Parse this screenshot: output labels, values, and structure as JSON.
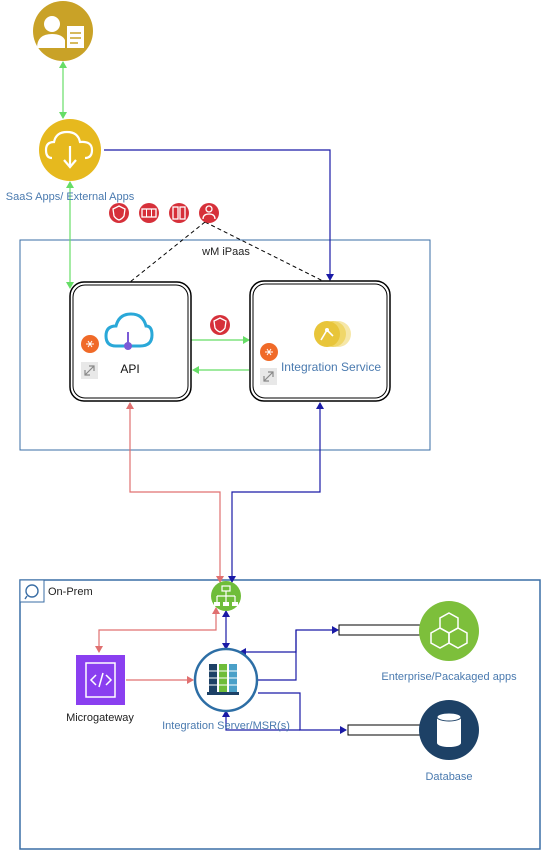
{
  "labels": {
    "saas": "SaaS Apps/ External Apps",
    "ipaas": "wM iPaas",
    "api": "API",
    "integration_service": "Integration Service",
    "onprem": "On-Prem",
    "microgateway": "Microgateway",
    "integration_server": "Integration Server/MSR(s)",
    "enterprise": "Enterprise/Pacakaged apps",
    "database": "Database"
  },
  "colors": {
    "user_node": "#c9a227",
    "saas_node": "#e6b91e",
    "green_arrow": "#66dd66",
    "blue_arrow": "#1a1aa6",
    "red_arrow": "#e07070",
    "box_border": "#3a6ea5",
    "label_text": "#4a7aaf",
    "red_badge": "#d6303a",
    "orange_badge": "#f06a28",
    "micro_purple": "#8a3ff0",
    "is_border": "#2d6ea5",
    "enterprise_green": "#7dbf3b",
    "db_navy": "#1d4166"
  },
  "icons": {
    "user": "user-document-icon",
    "saas": "cloud-download-icon",
    "api": "cloud-api-icon",
    "integration_service": "integration-service-icon",
    "onprem": "refresh-icon",
    "microgateway": "code-gateway-icon",
    "integration_server": "server-grid-icon",
    "enterprise": "cubes-icon",
    "database": "database-icon"
  }
}
